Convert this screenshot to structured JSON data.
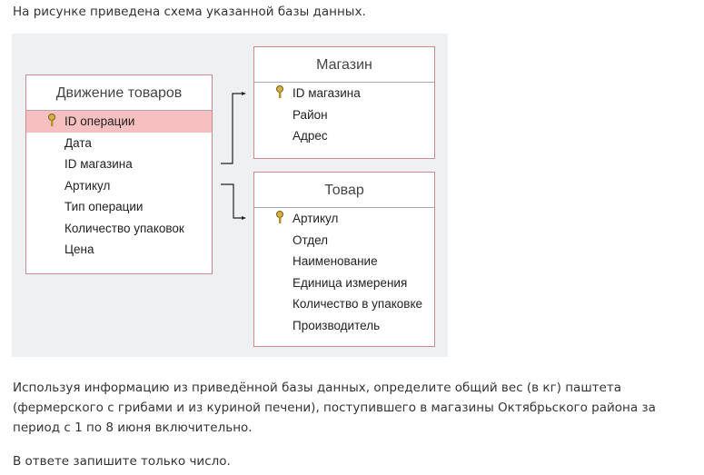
{
  "intro": "На рисунке приведена схема указанной базы данных.",
  "tables": {
    "movement": {
      "title": "Движение товаров",
      "fields": [
        "ID операции",
        "Дата",
        "ID магазина",
        "Артикул",
        "Тип операции",
        "Количество упаковок",
        "Цена"
      ]
    },
    "shop": {
      "title": "Магазин",
      "fields": [
        "ID магазина",
        "Район",
        "Адрес"
      ]
    },
    "product": {
      "title": "Товар",
      "fields": [
        "Артикул",
        "Отдел",
        "Наименование",
        "Единица измерения",
        "Количество в упаковке",
        "Производитель"
      ]
    }
  },
  "question": "Используя информацию из приведённой базы данных, определите общий вес (в кг) паштета (фермерского с грибами и из куриной печени), поступившего в магазины Октябрьского района за период с 1 по 8 июня включительно.",
  "answer_note": "В ответе запишите только число."
}
